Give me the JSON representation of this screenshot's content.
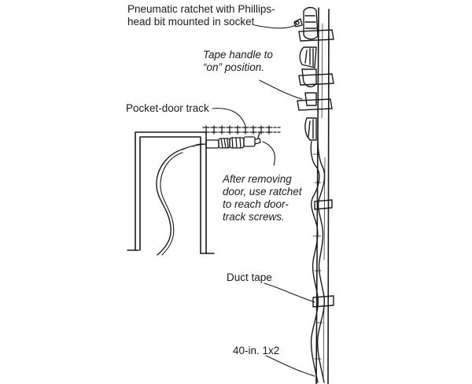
{
  "labels": {
    "ratchet_line1": "Pneumatic ratchet with Phillips-",
    "ratchet_line2": "head bit mounted in socket",
    "tape_handle_line1": "Tape handle to",
    "tape_handle_line2": "“on” position.",
    "pocket_door_track": "Pocket-door track",
    "after_line1": "After removing",
    "after_line2": "door, use ratchet",
    "after_line3": "to reach door-",
    "after_line4": "track screws.",
    "duct_tape": "Duct tape",
    "board": "40-in. 1x2"
  }
}
